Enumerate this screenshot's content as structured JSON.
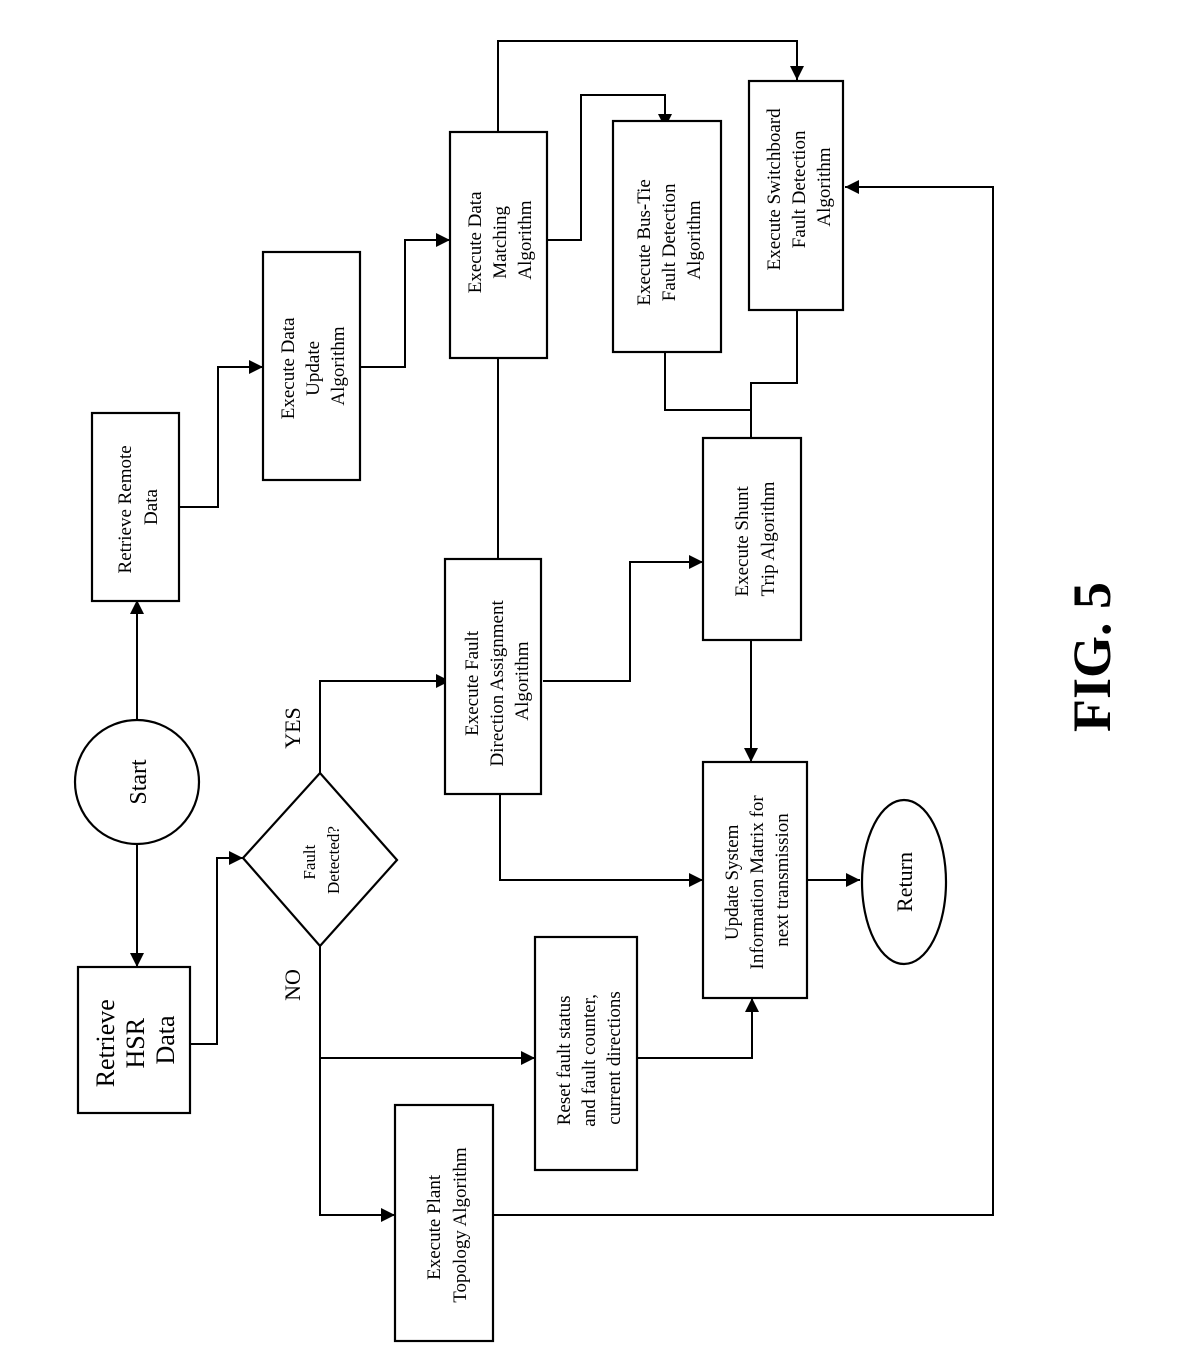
{
  "figure": {
    "title": "FIG. 5"
  },
  "nodes": {
    "start": {
      "type": "terminal-circle",
      "lines": [
        "Start"
      ]
    },
    "retrieve_hsr": {
      "type": "process",
      "lines": [
        "Retrieve",
        "HSR",
        "Data"
      ]
    },
    "retrieve_remote": {
      "type": "process",
      "lines": [
        "Retrieve  Remote",
        "Data"
      ]
    },
    "data_update": {
      "type": "process",
      "lines": [
        "Execute  Data",
        "Update",
        "Algorithm"
      ]
    },
    "data_matching": {
      "type": "process",
      "lines": [
        "Execute  Data",
        "Matching",
        "Algorithm"
      ]
    },
    "bus_tie": {
      "type": "process",
      "lines": [
        "Execute  Bus-Tie",
        "Fault Detection",
        "Algorithm"
      ]
    },
    "switchboard": {
      "type": "process",
      "lines": [
        "Execute Switchboard",
        "Fault Detection",
        "Algorithm"
      ]
    },
    "fault_detected": {
      "type": "decision",
      "lines": [
        "Fault",
        "Detected?"
      ]
    },
    "fault_direction": {
      "type": "process",
      "lines": [
        "Execute Fault",
        "Direction Assignment",
        "Algorithm"
      ]
    },
    "shunt_trip": {
      "type": "process",
      "lines": [
        "Execute Shunt",
        "Trip Algorithm"
      ]
    },
    "update_matrix": {
      "type": "process",
      "lines": [
        "Update System",
        "Information Matrix for",
        "next transmission"
      ]
    },
    "return": {
      "type": "terminal-ellipse",
      "lines": [
        "Return"
      ]
    },
    "reset_fault": {
      "type": "process",
      "lines": [
        "Reset fault status",
        "and fault counter,",
        "current directions"
      ]
    },
    "plant_topology": {
      "type": "process",
      "lines": [
        "Execute  Plant",
        "Topology Algorithm"
      ]
    }
  },
  "branch_labels": {
    "yes": "YES",
    "no": "NO"
  },
  "edges": [
    {
      "from": "start",
      "to": "retrieve_hsr"
    },
    {
      "from": "start",
      "to": "retrieve_remote"
    },
    {
      "from": "retrieve_remote",
      "to": "data_update"
    },
    {
      "from": "data_update",
      "to": "data_matching"
    },
    {
      "from": "data_matching",
      "to": "bus_tie"
    },
    {
      "from": "data_matching",
      "to": "switchboard"
    },
    {
      "from": "retrieve_hsr",
      "to": "fault_detected"
    },
    {
      "from": "fault_detected",
      "to": "fault_direction",
      "label": "YES"
    },
    {
      "from": "fault_detected",
      "to": "reset_fault",
      "label": "NO"
    },
    {
      "from": "fault_detected",
      "to": "plant_topology",
      "label": "NO"
    },
    {
      "from": "fault_direction",
      "to": "data_matching"
    },
    {
      "from": "fault_direction",
      "to": "shunt_trip"
    },
    {
      "from": "fault_direction",
      "to": "update_matrix"
    },
    {
      "from": "bus_tie",
      "to": "shunt_trip"
    },
    {
      "from": "switchboard",
      "to": "shunt_trip"
    },
    {
      "from": "shunt_trip",
      "to": "update_matrix"
    },
    {
      "from": "reset_fault",
      "to": "update_matrix"
    },
    {
      "from": "plant_topology",
      "to": "switchboard"
    },
    {
      "from": "update_matrix",
      "to": "return"
    }
  ]
}
